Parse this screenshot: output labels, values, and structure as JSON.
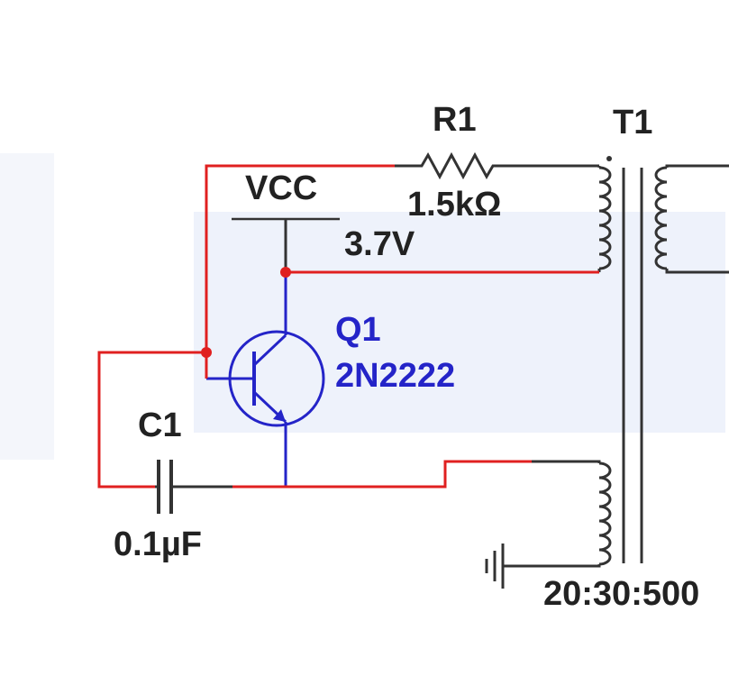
{
  "components": {
    "r1": {
      "ref": "R1",
      "value": "1.5kΩ"
    },
    "vcc": {
      "ref": "VCC",
      "value": "3.7V"
    },
    "q1": {
      "ref": "Q1",
      "part": "2N2222"
    },
    "c1": {
      "ref": "C1",
      "value": "0.1µF"
    },
    "t1": {
      "ref": "T1",
      "ratio": "20:30:500"
    }
  },
  "colors": {
    "wire_red": "#e02020",
    "wire_blue": "#2424c8",
    "wire_dark": "#333333",
    "junction": "#e02020",
    "label_dark": "#222222",
    "label_blue": "#2424c8"
  }
}
